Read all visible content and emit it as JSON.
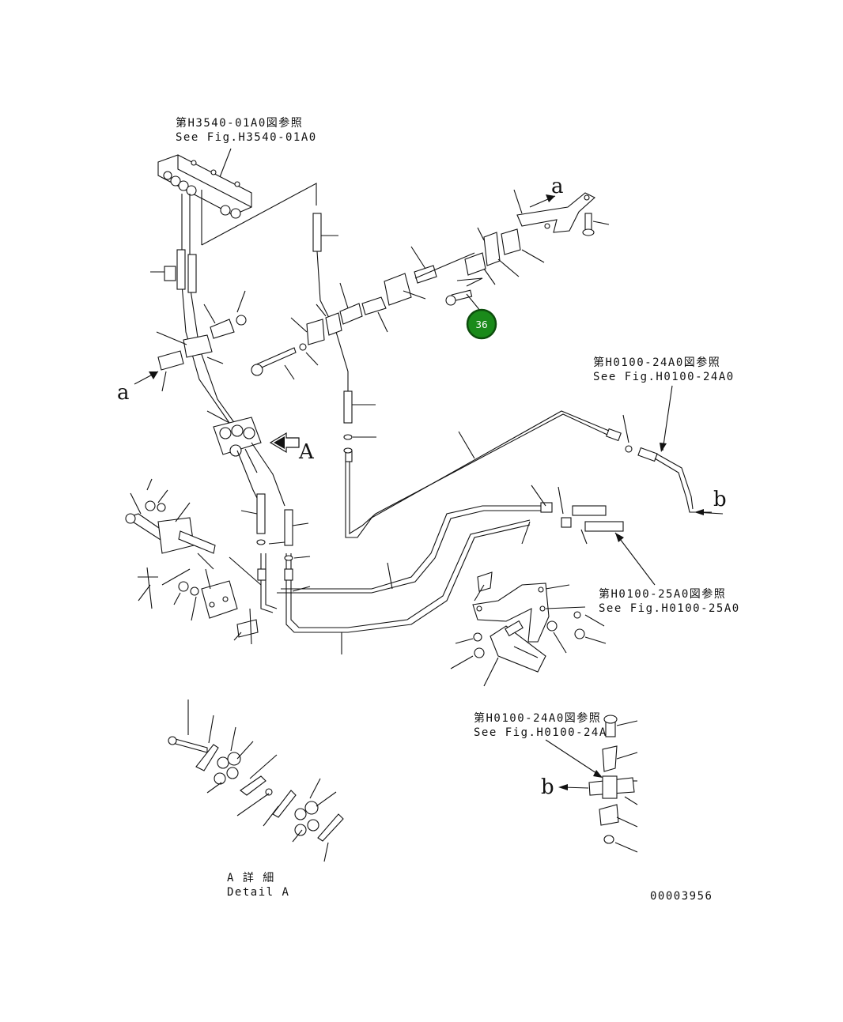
{
  "refs": {
    "h3540_jp": "第H3540-01A0図参照",
    "h3540_en": "See Fig.H3540-01A0",
    "h0100_24_jp": "第H0100-24A0図参照",
    "h0100_24_en": "See Fig.H0100-24A0",
    "h0100_25_jp": "第H0100-25A0図参照",
    "h0100_25_en": "See Fig.H0100-25A0",
    "h0100_24b_jp": "第H0100-24A0図参照",
    "h0100_24b_en": "See Fig.H0100-24A0"
  },
  "markers": {
    "a_top": "a",
    "a_left": "a",
    "b_right": "b",
    "b_lower": "b",
    "view_a": "A"
  },
  "detail": {
    "jp": "A 詳 細",
    "en": "Detail A"
  },
  "callout": {
    "number": "36",
    "color": "#1a8a1a"
  },
  "drawing_no": "00003956"
}
